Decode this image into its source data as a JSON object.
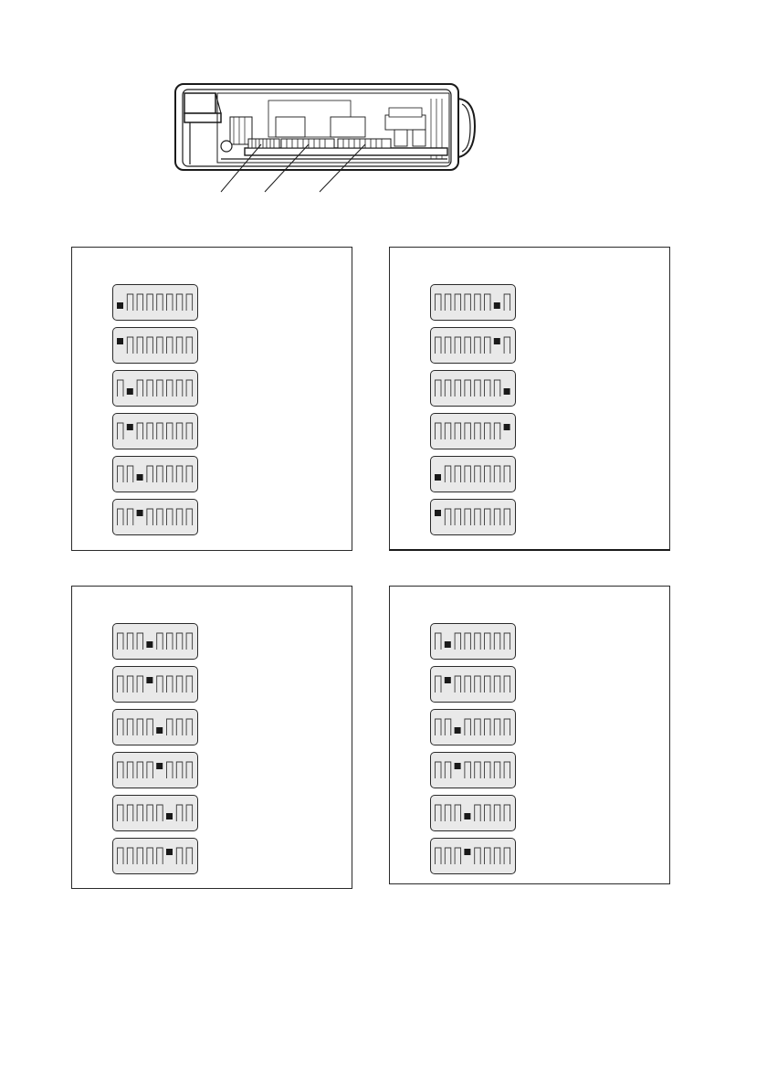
{
  "figure": {
    "device_diagram": {
      "callout_count": 3,
      "dip_switch_banks": 3
    },
    "dip_switch_tables": [
      {
        "panel": "top-left",
        "rows": [
          [
            1,
            "down"
          ],
          [
            1,
            "up"
          ],
          [
            2,
            "down"
          ],
          [
            2,
            "up"
          ],
          [
            3,
            "down"
          ],
          [
            3,
            "up"
          ]
        ]
      },
      {
        "panel": "top-right",
        "rows": [
          [
            7,
            "down"
          ],
          [
            7,
            "up"
          ],
          [
            8,
            "down"
          ],
          [
            8,
            "up"
          ],
          [
            1,
            "down"
          ],
          [
            1,
            "up"
          ]
        ]
      },
      {
        "panel": "bottom-left",
        "rows": [
          [
            4,
            "down"
          ],
          [
            4,
            "up"
          ],
          [
            5,
            "down"
          ],
          [
            5,
            "up"
          ],
          [
            6,
            "down"
          ],
          [
            6,
            "up"
          ]
        ]
      },
      {
        "panel": "bottom-right",
        "rows": [
          [
            2,
            "down"
          ],
          [
            2,
            "up"
          ],
          [
            3,
            "down"
          ],
          [
            3,
            "up"
          ],
          [
            4,
            "down"
          ],
          [
            4,
            "up"
          ]
        ]
      }
    ],
    "switch_positions_per_bank": 8,
    "colors": {
      "ink": "#1a1a1a",
      "switch_face": "#e9e9e9",
      "background": "#ffffff"
    }
  }
}
